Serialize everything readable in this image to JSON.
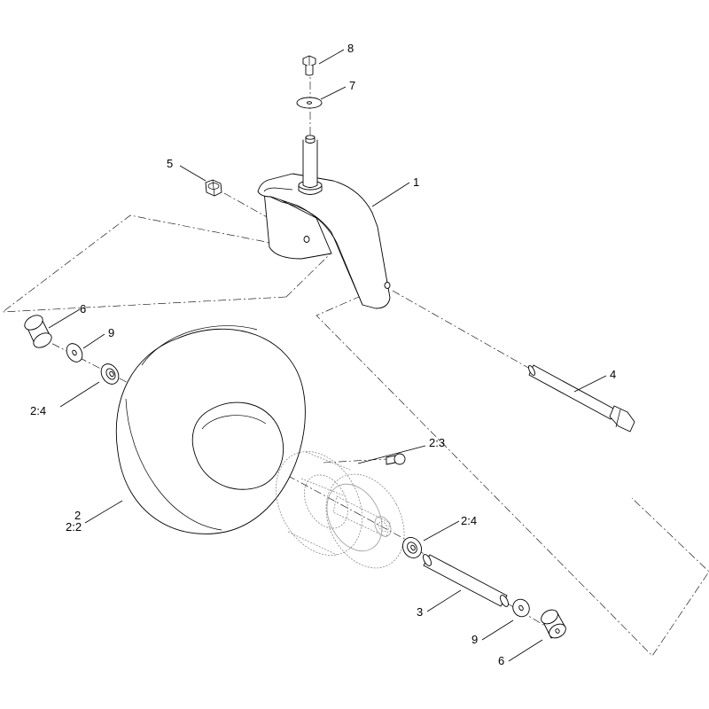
{
  "callouts": {
    "c1": "1",
    "c2_a": "2",
    "c2_b": "2:2",
    "c2_3": "2:3",
    "c2_4_left": "2:4",
    "c2_4_right": "2:4",
    "c3": "3",
    "c4": "4",
    "c5": "5",
    "c6_left": "6",
    "c6_right": "6",
    "c7": "7",
    "c8": "8",
    "c9_left": "9",
    "c9_right": "9"
  }
}
